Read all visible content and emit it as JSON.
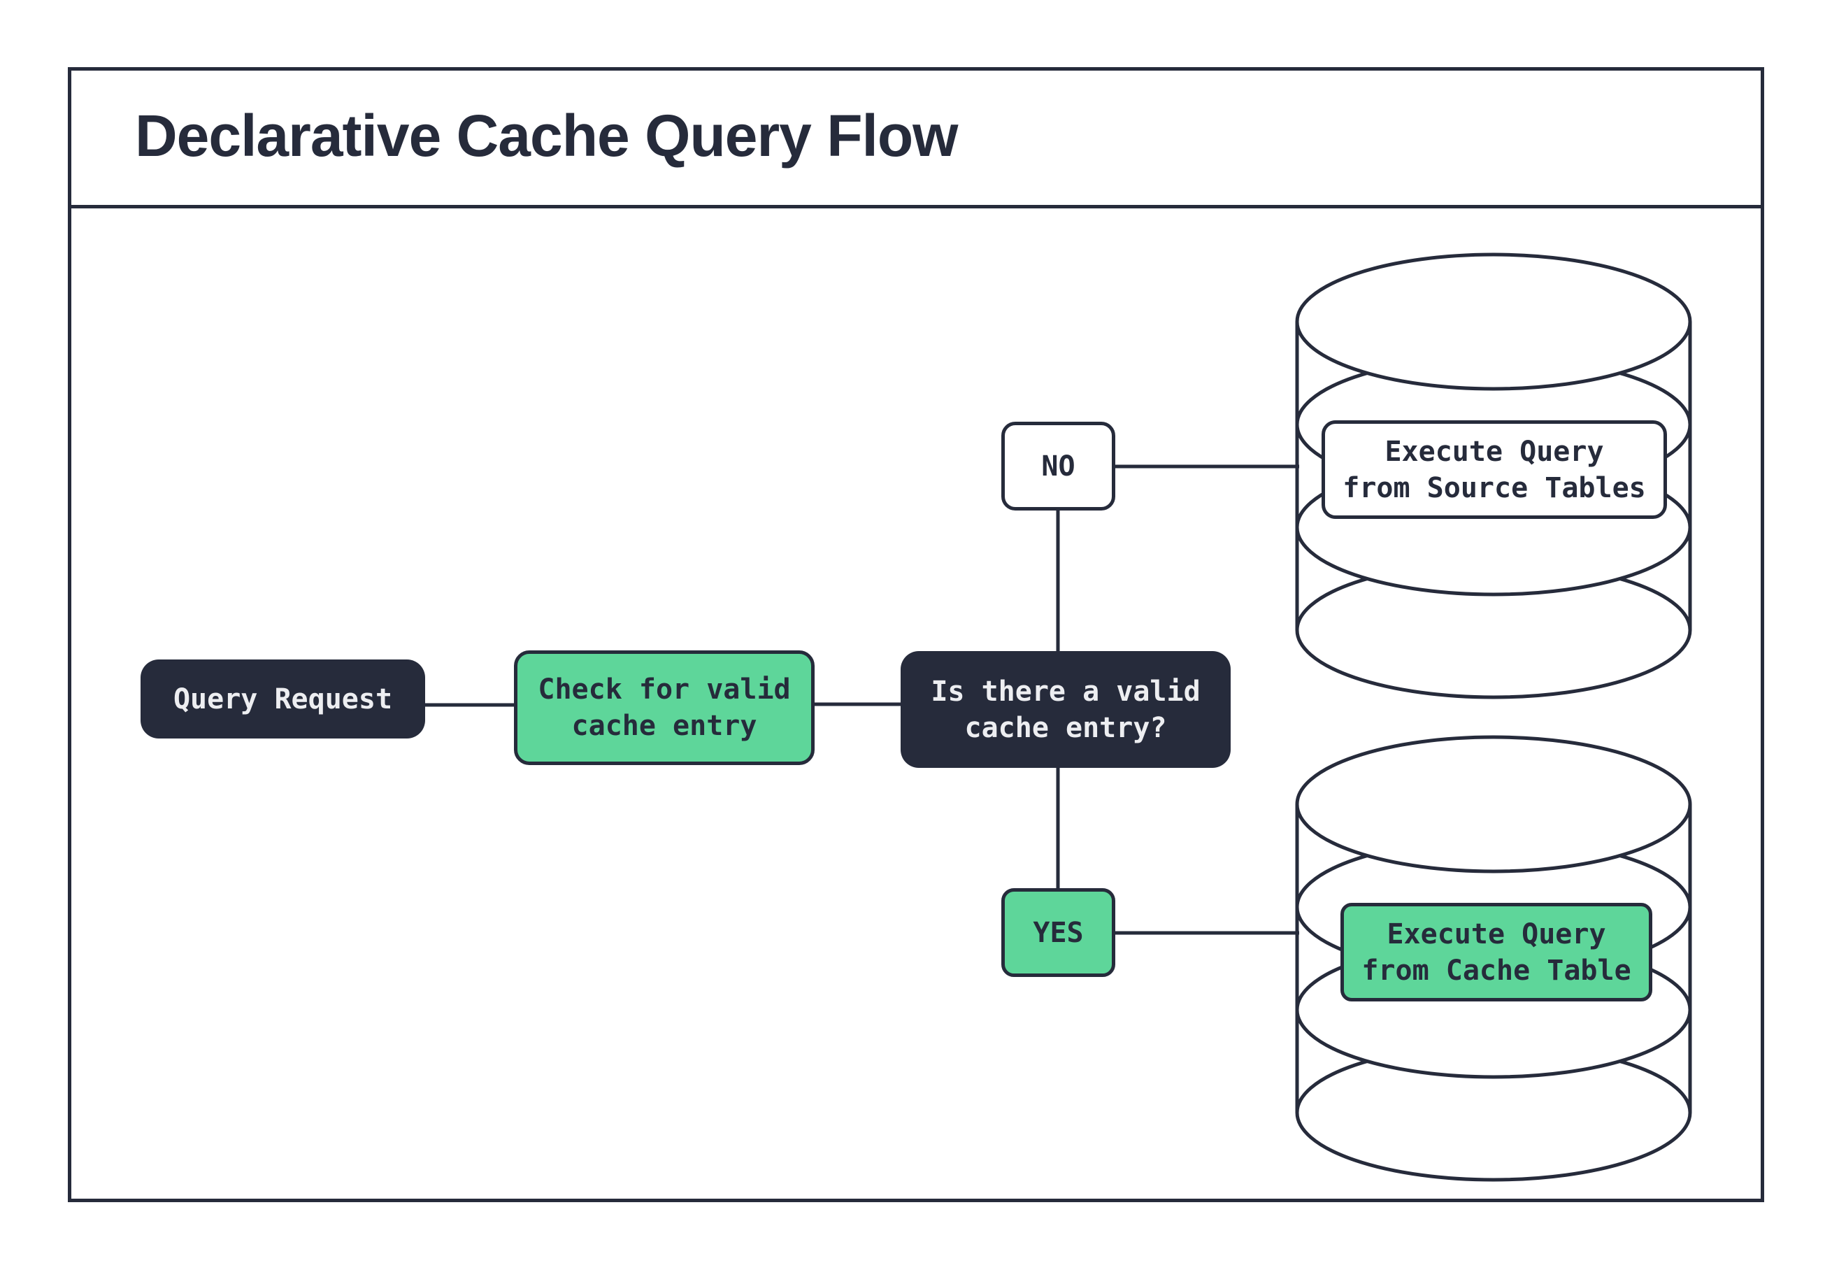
{
  "title": "Declarative Cache Query Flow",
  "colors": {
    "navy": "#262B3B",
    "green": "#5ED69A",
    "light_text": "#EDEEF1",
    "canvas": "#FFFFFF"
  },
  "nodes": {
    "query_request": {
      "label": "Query Request"
    },
    "check_cache": {
      "label": "Check for valid\ncache entry"
    },
    "decision": {
      "label": "Is there a valid\ncache entry?"
    },
    "branch_no": {
      "label": "NO"
    },
    "branch_yes": {
      "label": "YES"
    },
    "execute_source": {
      "label": "Execute Query\nfrom Source Tables"
    },
    "execute_cache": {
      "label": "Execute Query\nfrom Cache Table"
    }
  }
}
